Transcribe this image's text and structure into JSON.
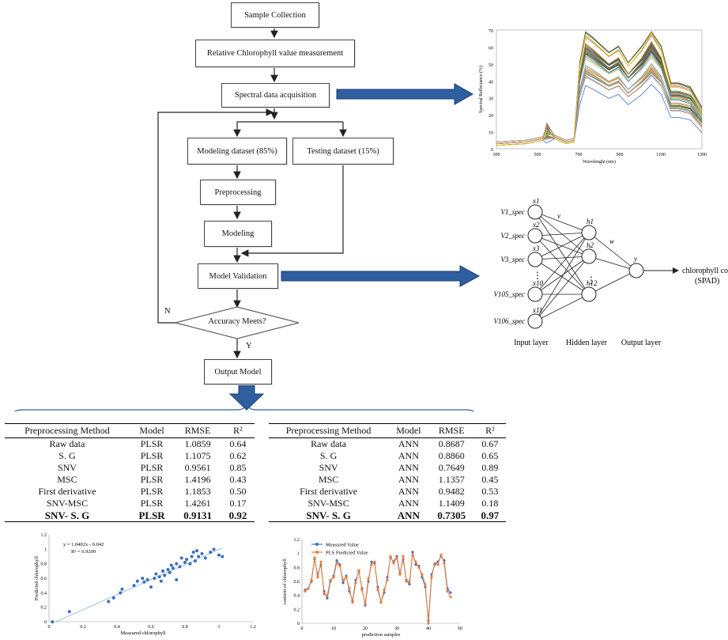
{
  "flowchart": {
    "sample_collection": "Sample Collection",
    "relative_measure": "Relative Chlorophyll value measurement",
    "spectral_acq": "Spectral data acquisition",
    "modeling_dataset": "Modeling dataset (85%)",
    "testing_dataset": "Testing dataset (15%)",
    "preprocessing": "Preprocessing",
    "modeling": "Modeling",
    "model_validation": "Model Validation",
    "accuracy": "Accuracy Meets?",
    "no_label": "N",
    "yes_label": "Y",
    "output_model": "Output Model"
  },
  "spectra_chart": {
    "ylabel": "Spectral Reflectance (%)",
    "xlabel": "Wavelenght (nm)",
    "yticks": [
      "0",
      "10",
      "20",
      "30",
      "40",
      "50",
      "60",
      "70"
    ],
    "xticks": [
      "300",
      "500",
      "700",
      "900",
      "1100",
      "1300"
    ]
  },
  "ann": {
    "inputs": [
      "V1_spec",
      "V2_spec",
      "V3_spec",
      "V105_spec",
      "V106_spec"
    ],
    "input_nodes": [
      "x1",
      "x2",
      "x3",
      "x10",
      "x11"
    ],
    "hidden_nodes": [
      "h1",
      "h2",
      "h12"
    ],
    "output_node": "y",
    "weight_v": "v",
    "weight_w": "w",
    "output_label_1": "chlorophyll content",
    "output_label_2": "(SPAD)",
    "input_layer": "Input layer",
    "hidden_layer": "Hidden layer",
    "output_layer": "Output layer",
    "ellipsis": "⋮"
  },
  "tables": {
    "plsr": {
      "headers": [
        "Preprocessing Method",
        "Model",
        "RMSE",
        "R²"
      ],
      "rows": [
        [
          "Raw data",
          "PLSR",
          "1.0859",
          "0.64"
        ],
        [
          "S. G",
          "PLSR",
          "1.1075",
          "0.62"
        ],
        [
          "SNV",
          "PLSR",
          "0.9561",
          "0.85"
        ],
        [
          "MSC",
          "PLSR",
          "1.4196",
          "0.43"
        ],
        [
          "First derivative",
          "PLSR",
          "1.1853",
          "0.50"
        ],
        [
          "SNV-MSC",
          "PLSR",
          "1.4261",
          "0.17"
        ],
        [
          "SNV- S. G",
          "PLSR",
          "0.9131",
          "0.92"
        ]
      ]
    },
    "ann": {
      "headers": [
        "Preprocessing Method",
        "Model",
        "RMSE",
        "R²"
      ],
      "rows": [
        [
          "Raw data",
          "ANN",
          "0.8687",
          "0.67"
        ],
        [
          "S. G",
          "ANN",
          "0.8860",
          "0.65"
        ],
        [
          "SNV",
          "ANN",
          "0.7649",
          "0.89"
        ],
        [
          "MSC",
          "ANN",
          "1.1357",
          "0.45"
        ],
        [
          "First derivative",
          "ANN",
          "0.9482",
          "0.53"
        ],
        [
          "SNV-MSC",
          "ANN",
          "1.1409",
          "0.18"
        ],
        [
          "SNV- S. G",
          "ANN",
          "0.7305",
          "0.97"
        ]
      ]
    }
  },
  "chart_data": [
    {
      "type": "scatter",
      "equation": "y = 1.0402x - 0.042",
      "r2": "R² = 0.9209",
      "xlabel": "Measured chlorophyll",
      "ylabel": "Predicted chlorophyll",
      "xlim": [
        0,
        1.2
      ],
      "ylim": [
        0,
        1.2
      ],
      "xticks": [
        "0",
        "0.2",
        "0.4",
        "0.6",
        "0.8",
        "1",
        "1.2"
      ],
      "yticks": [
        "0",
        "0.2",
        "0.4",
        "0.6",
        "0.8",
        "1",
        "1.2"
      ],
      "colors": {
        "points": "#3a6fc4",
        "trend": "#8fb0d8"
      },
      "points": [
        [
          0.02,
          0.0
        ],
        [
          0.12,
          0.14
        ],
        [
          0.35,
          0.28
        ],
        [
          0.38,
          0.33
        ],
        [
          0.42,
          0.4
        ],
        [
          0.43,
          0.45
        ],
        [
          0.5,
          0.5
        ],
        [
          0.52,
          0.56
        ],
        [
          0.55,
          0.6
        ],
        [
          0.56,
          0.55
        ],
        [
          0.58,
          0.58
        ],
        [
          0.6,
          0.48
        ],
        [
          0.62,
          0.6
        ],
        [
          0.63,
          0.66
        ],
        [
          0.65,
          0.62
        ],
        [
          0.67,
          0.7
        ],
        [
          0.68,
          0.64
        ],
        [
          0.7,
          0.72
        ],
        [
          0.71,
          0.68
        ],
        [
          0.72,
          0.78
        ],
        [
          0.73,
          0.74
        ],
        [
          0.75,
          0.58
        ],
        [
          0.75,
          0.8
        ],
        [
          0.77,
          0.76
        ],
        [
          0.8,
          0.82
        ],
        [
          0.81,
          0.86
        ],
        [
          0.83,
          0.8
        ],
        [
          0.84,
          0.9
        ],
        [
          0.86,
          0.84
        ],
        [
          0.87,
          0.98
        ],
        [
          0.88,
          0.9
        ],
        [
          0.9,
          0.94
        ],
        [
          0.92,
          0.88
        ],
        [
          0.95,
          0.96
        ],
        [
          0.97,
          1.0
        ],
        [
          1.0,
          0.92
        ],
        [
          1.02,
          0.9
        ],
        [
          0.85,
          0.96
        ],
        [
          0.78,
          0.88
        ],
        [
          0.66,
          0.56
        ]
      ]
    },
    {
      "type": "line",
      "xlabel": "prediction samples",
      "ylabel": "content of chlorophyll",
      "xlim": [
        0,
        50
      ],
      "ylim": [
        0,
        1.2
      ],
      "xticks": [
        "0",
        "10",
        "20",
        "30",
        "40",
        "50"
      ],
      "yticks": [
        "0",
        "0.1",
        "0.2",
        "0.3",
        "0.4",
        "0.5",
        "0.6",
        "0.7",
        "0.8",
        "0.9",
        "1",
        "1.1",
        "1.2"
      ],
      "series": [
        {
          "name": "Measured Value",
          "color": "#4472c4",
          "values": [
            0.48,
            0.5,
            0.6,
            0.92,
            0.7,
            0.84,
            0.46,
            0.36,
            0.6,
            0.68,
            0.9,
            0.84,
            0.58,
            0.68,
            0.46,
            0.32,
            0.62,
            0.74,
            0.5,
            0.26,
            0.6,
            0.88,
            0.86,
            0.52,
            0.3,
            0.44,
            0.66,
            0.94,
            0.88,
            0.96,
            0.72,
            0.92,
            0.62,
            0.56,
            1.02,
            0.84,
            0.82,
            0.66,
            0.52,
            0.04,
            0.7,
            0.84,
            0.88,
            0.96,
            0.9,
            0.5,
            0.44
          ]
        },
        {
          "name": "PLS Predicted Value",
          "color": "#ed7d31",
          "values": [
            0.46,
            0.5,
            0.62,
            0.94,
            0.66,
            0.88,
            0.42,
            0.4,
            0.62,
            0.66,
            0.86,
            0.82,
            0.62,
            0.66,
            0.5,
            0.3,
            0.58,
            0.76,
            0.48,
            0.28,
            0.64,
            0.84,
            0.88,
            0.48,
            0.3,
            0.48,
            0.62,
            0.96,
            0.86,
            0.94,
            0.7,
            0.96,
            0.6,
            0.6,
            0.98,
            0.88,
            0.8,
            0.7,
            0.56,
            0.0,
            0.66,
            0.86,
            0.84,
            0.98,
            0.86,
            0.46,
            0.38
          ]
        }
      ]
    }
  ]
}
